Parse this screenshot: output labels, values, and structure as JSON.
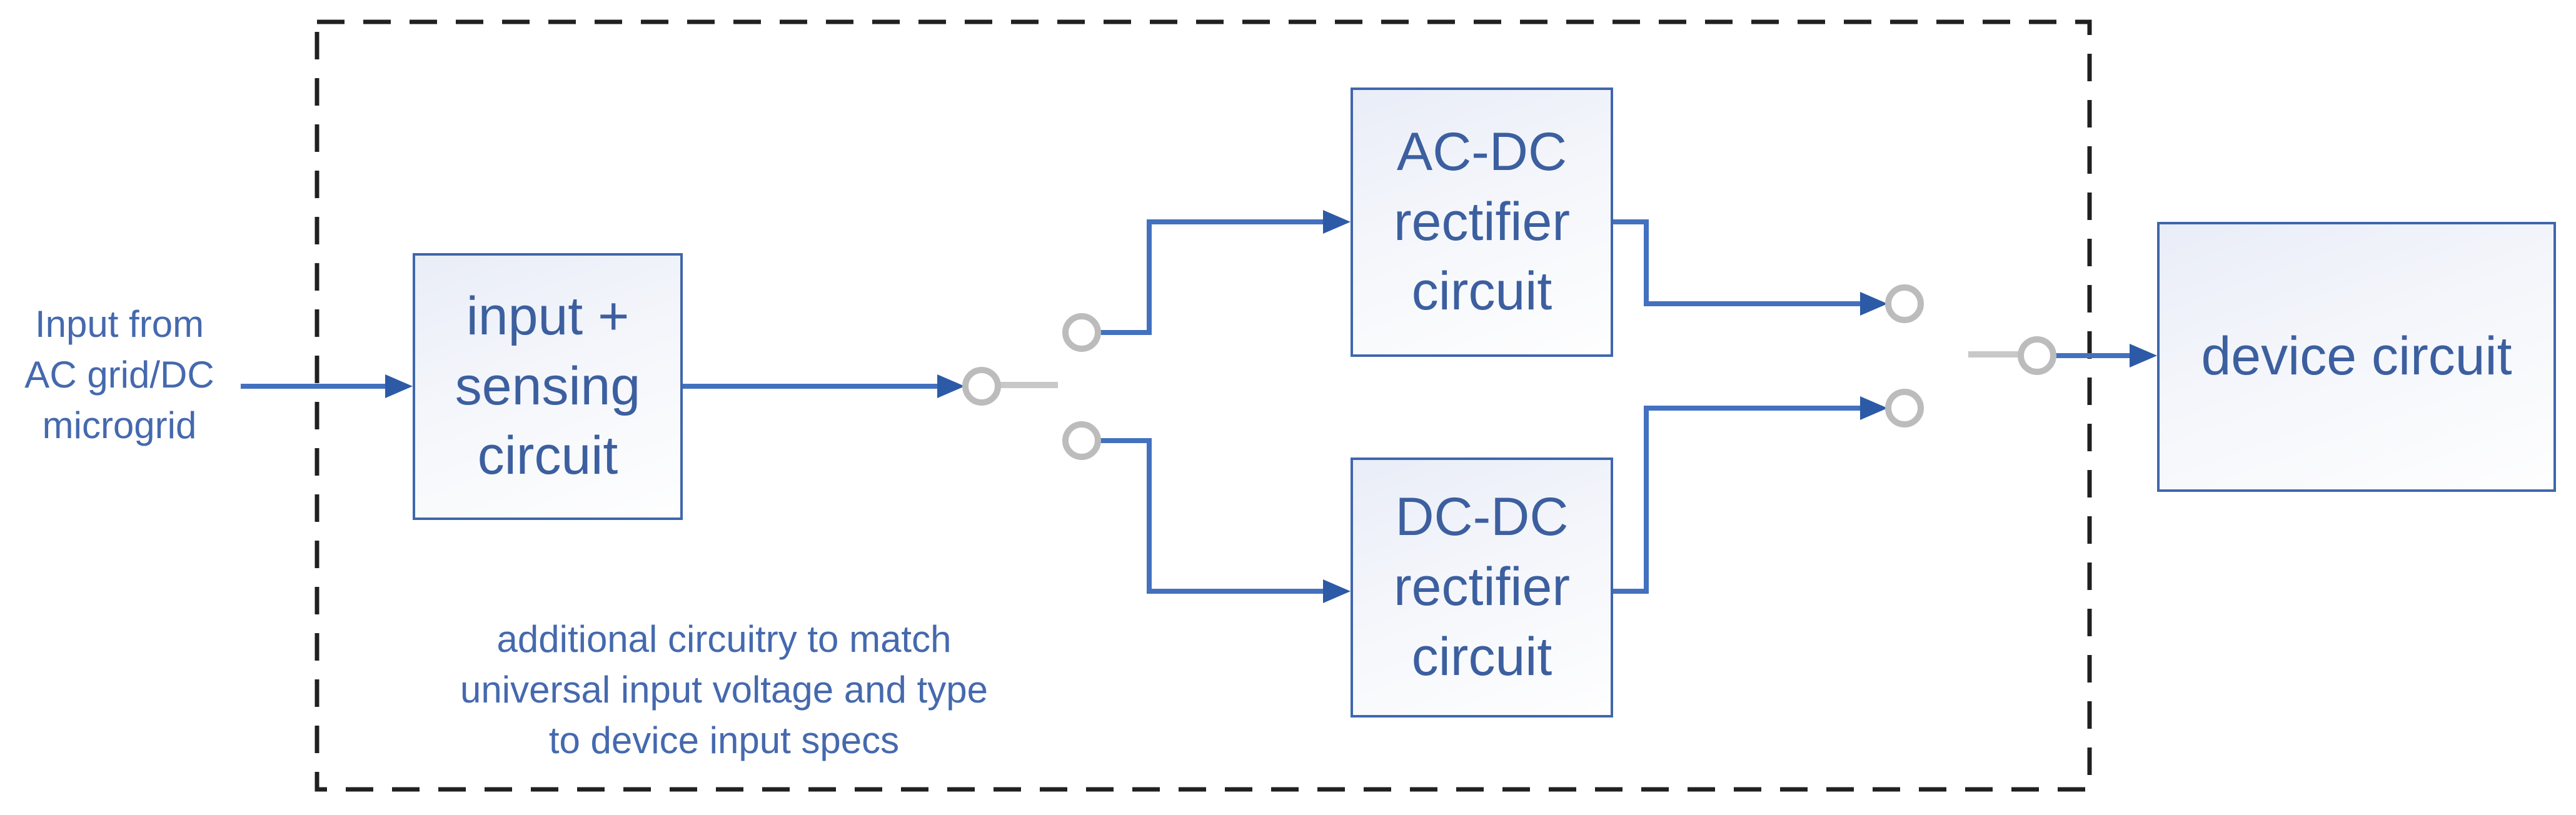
{
  "diagram": {
    "input_label": "Input from\nAC grid/DC\nmicrogrid",
    "annotation": "additional circuitry to match\nuniversal input voltage and type\nto device input specs",
    "nodes": {
      "sensing": "input +\nsensing circuit",
      "acdc": "AC-DC rectifier\ncircuit",
      "dcdc": "DC-DC rectifier\ncircuit",
      "device": "device circuit"
    },
    "colors": {
      "line_blue": "#4371bf",
      "arrow_blue": "#2c5aa6",
      "box_border": "#3f66ad",
      "box_text": "#3c5f9f",
      "label_text": "#4569ae",
      "switch_gray": "#bcbcbc",
      "blade_gray": "#c8c8c8",
      "dashed_border": "#202020",
      "background": "#ffffff"
    }
  }
}
